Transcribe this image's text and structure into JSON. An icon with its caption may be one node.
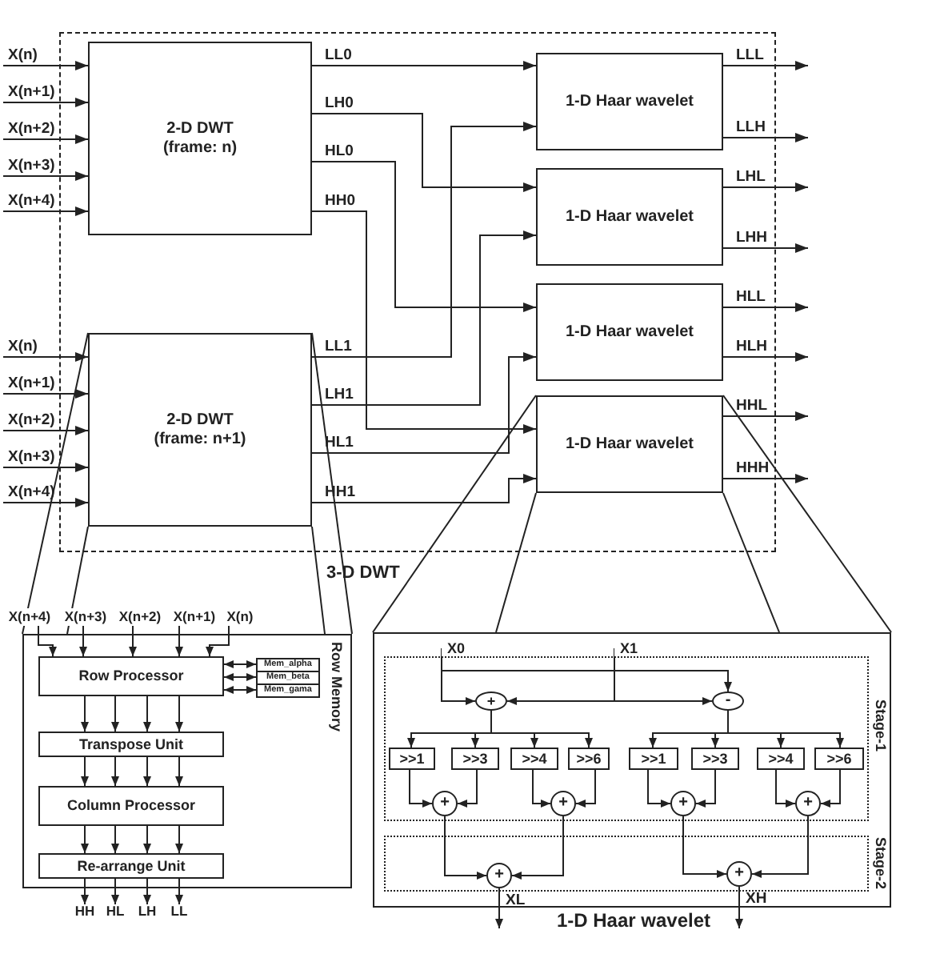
{
  "diagram": {
    "nodes": [
      {
        "text": [
          "3-D DWT"
        ]
      },
      {
        "text": [
          "2-D DWT",
          "(frame: n)"
        ],
        "in": 0
      },
      {
        "text": [
          "1-D Haar wavelet"
        ],
        "in": 0
      },
      {
        "text": [
          "1-D Haar wavelet"
        ],
        "in": 0
      },
      {
        "text": [
          "1-D Haar wavelet"
        ],
        "in": 0
      },
      {
        "text": [
          "2-D DWT",
          "(frame: n+1)"
        ],
        "in": 0
      },
      {
        "text": [
          "1-D Haar wavelet"
        ],
        "in": 0
      },
      {
        "text": [
          "X(n+4)"
        ]
      },
      {
        "text": [
          "X(n+3)"
        ]
      },
      {
        "text": [
          "X(n+2)"
        ]
      },
      {
        "text": [
          "X(n+1)"
        ]
      },
      {
        "text": [
          "X(n)"
        ]
      },
      {
        "text": [
          "Row Memory"
        ]
      },
      {
        "text": [
          "Row Processor"
        ],
        "in": 12
      },
      {
        "text": [
          "Mem_alpha"
        ],
        "in": 12
      },
      {
        "text": [
          "Mem_beta"
        ],
        "in": 12
      },
      {
        "text": [
          "Mem_gama"
        ],
        "in": 12
      },
      {
        "text": [
          "Transpose Unit"
        ],
        "in": 12
      },
      {
        "text": [
          "Column Processor"
        ],
        "in": 12
      },
      {
        "text": [
          "Re-arrange Unit"
        ],
        "in": 12
      },
      {
        "text": [
          "HH"
        ]
      },
      {
        "text": [
          "HL"
        ]
      },
      {
        "text": [
          "LH"
        ]
      },
      {
        "text": [
          "LL"
        ]
      },
      {
        "text": [
          "1-D Haar wavelet"
        ]
      },
      {
        "text": [
          "X0"
        ],
        "in": 24
      },
      {
        "text": [
          "X1"
        ],
        "in": 24
      },
      {
        "text": [
          "Stage-1"
        ],
        "in": 24
      },
      {
        "text": [
          "+"
        ],
        "in": 27
      },
      {
        "text": [
          "-"
        ],
        "in": 27
      },
      {
        "text": [
          ">>1"
        ],
        "in": 27
      },
      {
        "text": [
          ">>3"
        ],
        "in": 27
      },
      {
        "text": [
          ">>4"
        ],
        "in": 27
      },
      {
        "text": [
          ">>6"
        ],
        "in": 27
      },
      {
        "text": [
          ">>1"
        ],
        "in": 27
      },
      {
        "text": [
          ">>3"
        ],
        "in": 27
      },
      {
        "text": [
          ">>4"
        ],
        "in": 27
      },
      {
        "text": [
          ">>6"
        ],
        "in": 27
      },
      {
        "text": [
          "+"
        ],
        "in": 27
      },
      {
        "text": [
          "+"
        ],
        "in": 27
      },
      {
        "text": [
          "+"
        ],
        "in": 27
      },
      {
        "text": [
          "+"
        ],
        "in": 27
      },
      {
        "text": [
          "Stage-2"
        ],
        "in": 24
      },
      {
        "text": [
          "+"
        ],
        "in": 42
      },
      {
        "text": [
          "+"
        ],
        "in": 42
      }
    ],
    "edges": [
      {
        "from": null,
        "to": 1,
        "arrow": "to",
        "label": "X(n)"
      },
      {
        "from": null,
        "to": 1,
        "arrow": "to",
        "label": "X(n+1)"
      },
      {
        "from": null,
        "to": 1,
        "arrow": "to",
        "label": "X(n+2)"
      },
      {
        "from": null,
        "to": 1,
        "arrow": "to",
        "label": "X(n+3)"
      },
      {
        "from": null,
        "to": 1,
        "arrow": "to",
        "label": "X(n+4)"
      },
      {
        "from": 1,
        "to": 2,
        "arrow": "to",
        "label": "LL0"
      },
      {
        "from": 1,
        "to": 3,
        "arrow": "to",
        "label": "LH0"
      },
      {
        "from": 1,
        "to": 4,
        "arrow": "to",
        "label": "HL0"
      },
      {
        "from": 1,
        "to": 6,
        "arrow": "to",
        "label": "HH0"
      },
      {
        "from": null,
        "to": 5,
        "arrow": "to",
        "label": "X(n)"
      },
      {
        "from": null,
        "to": 5,
        "arrow": "to",
        "label": "X(n+1)"
      },
      {
        "from": null,
        "to": 5,
        "arrow": "to",
        "label": "X(n+2)"
      },
      {
        "from": null,
        "to": 5,
        "arrow": "to",
        "label": "X(n+3)"
      },
      {
        "from": null,
        "to": 5,
        "arrow": "to",
        "label": "X(n+4)"
      },
      {
        "from": 5,
        "to": 2,
        "arrow": "to",
        "label": "LL1"
      },
      {
        "from": 5,
        "to": 3,
        "arrow": "to",
        "label": "LH1"
      },
      {
        "from": 5,
        "to": 4,
        "arrow": "to",
        "label": "HL1"
      },
      {
        "from": 5,
        "to": 6,
        "arrow": "to",
        "label": "HH1"
      },
      {
        "from": 2,
        "to": null,
        "arrow": "to",
        "label": "LLL"
      },
      {
        "from": 2,
        "to": null,
        "arrow": "to",
        "label": "LLH"
      },
      {
        "from": 3,
        "to": null,
        "arrow": "to",
        "label": "LHL"
      },
      {
        "from": 3,
        "to": null,
        "arrow": "to",
        "label": "LHH"
      },
      {
        "from": 4,
        "to": null,
        "arrow": "to",
        "label": "HLL"
      },
      {
        "from": 4,
        "to": null,
        "arrow": "to",
        "label": "HLH"
      },
      {
        "from": 6,
        "to": null,
        "arrow": "to",
        "label": "HHL"
      },
      {
        "from": 6,
        "to": null,
        "arrow": "to",
        "label": "HHH"
      },
      {
        "from": 7,
        "to": 13,
        "arrow": "to"
      },
      {
        "from": 8,
        "to": 13,
        "arrow": "to"
      },
      {
        "from": 9,
        "to": 13,
        "arrow": "to"
      },
      {
        "from": 10,
        "to": 13,
        "arrow": "to"
      },
      {
        "from": 11,
        "to": 13,
        "arrow": "to"
      },
      {
        "from": 13,
        "to": 14,
        "arrow": "both"
      },
      {
        "from": 13,
        "to": 15,
        "arrow": "both"
      },
      {
        "from": 13,
        "to": 16,
        "arrow": "both"
      },
      {
        "from": 13,
        "to": 17,
        "arrow": "to"
      },
      {
        "from": 13,
        "to": 17,
        "arrow": "to"
      },
      {
        "from": 13,
        "to": 17,
        "arrow": "to"
      },
      {
        "from": 13,
        "to": 17,
        "arrow": "to"
      },
      {
        "from": 17,
        "to": 18,
        "arrow": "to"
      },
      {
        "from": 17,
        "to": 18,
        "arrow": "to"
      },
      {
        "from": 17,
        "to": 18,
        "arrow": "to"
      },
      {
        "from": 17,
        "to": 18,
        "arrow": "to"
      },
      {
        "from": 18,
        "to": 19,
        "arrow": "to"
      },
      {
        "from": 18,
        "to": 19,
        "arrow": "to"
      },
      {
        "from": 18,
        "to": 19,
        "arrow": "to"
      },
      {
        "from": 18,
        "to": 19,
        "arrow": "to"
      },
      {
        "from": 19,
        "to": 20,
        "arrow": "to"
      },
      {
        "from": 19,
        "to": 21,
        "arrow": "to"
      },
      {
        "from": 19,
        "to": 22,
        "arrow": "to"
      },
      {
        "from": 19,
        "to": 23,
        "arrow": "to"
      },
      {
        "from": 25,
        "to": 28,
        "arrow": "to"
      },
      {
        "from": 25,
        "to": 29,
        "arrow": "to"
      },
      {
        "from": 26,
        "to": 28,
        "arrow": "to"
      },
      {
        "from": 26,
        "to": 29,
        "arrow": "to"
      },
      {
        "from": 28,
        "to": 30,
        "arrow": "to"
      },
      {
        "from": 28,
        "to": 31,
        "arrow": "to"
      },
      {
        "from": 28,
        "to": 32,
        "arrow": "to"
      },
      {
        "from": 28,
        "to": 33,
        "arrow": "to"
      },
      {
        "from": 29,
        "to": 34,
        "arrow": "to"
      },
      {
        "from": 29,
        "to": 35,
        "arrow": "to"
      },
      {
        "from": 29,
        "to": 36,
        "arrow": "to"
      },
      {
        "from": 29,
        "to": 37,
        "arrow": "to"
      },
      {
        "from": 30,
        "to": 38,
        "arrow": "to"
      },
      {
        "from": 31,
        "to": 38,
        "arrow": "to"
      },
      {
        "from": 32,
        "to": 39,
        "arrow": "to"
      },
      {
        "from": 33,
        "to": 39,
        "arrow": "to"
      },
      {
        "from": 34,
        "to": 40,
        "arrow": "to"
      },
      {
        "from": 35,
        "to": 40,
        "arrow": "to"
      },
      {
        "from": 36,
        "to": 41,
        "arrow": "to"
      },
      {
        "from": 37,
        "to": 41,
        "arrow": "to"
      },
      {
        "from": 38,
        "to": 43,
        "arrow": "to"
      },
      {
        "from": 39,
        "to": 43,
        "arrow": "to"
      },
      {
        "from": 40,
        "to": 44,
        "arrow": "to"
      },
      {
        "from": 41,
        "to": 44,
        "arrow": "to"
      },
      {
        "from": 43,
        "to": null,
        "arrow": "to",
        "label": "XL"
      },
      {
        "from": 44,
        "to": null,
        "arrow": "to",
        "label": "XH"
      }
    ]
  }
}
